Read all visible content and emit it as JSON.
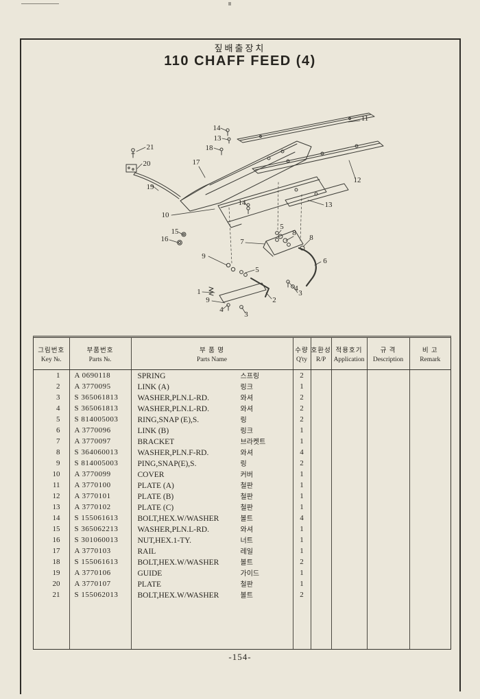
{
  "page": {
    "title_kr": "짚배출장치",
    "title_en": "110 CHAFF FEED (4)",
    "page_number": "-154-"
  },
  "diagram": {
    "callouts": [
      "14",
      "13",
      "18",
      "21",
      "20",
      "19",
      "17",
      "11",
      "12",
      "13",
      "14",
      "10",
      "15",
      "16",
      "9",
      "7",
      "5",
      "8",
      "8",
      "6",
      "5",
      "1",
      "9",
      "4",
      "3",
      "2",
      "4",
      "3"
    ]
  },
  "table": {
    "header": {
      "key_kr": "그림번호",
      "key_en": "Key №.",
      "partno_kr": "부품번호",
      "partno_en": "Parts №.",
      "name_kr": "부  품  명",
      "name_en": "Parts  Name",
      "qty_kr": "수량",
      "qty_en": "Q'ty",
      "rp_kr": "호환성",
      "rp_en": "R/P",
      "app_kr": "적용호기",
      "app_en": "Application",
      "desc_kr": "규 격",
      "desc_en": "Description",
      "remark_kr": "비  고",
      "remark_en": "Remark"
    },
    "rows": [
      {
        "key": "1",
        "pn": "A 0690118",
        "name": "SPRING",
        "kr": "스프링",
        "qty": "2"
      },
      {
        "key": "2",
        "pn": "A 3770095",
        "name": "LINK (A)",
        "kr": "링크",
        "qty": "1"
      },
      {
        "key": "3",
        "pn": "S 365061813",
        "name": "WASHER,PLN.L-RD.",
        "kr": "와셔",
        "qty": "2"
      },
      {
        "key": "4",
        "pn": "S 365061813",
        "name": "WASHER,PLN.L-RD.",
        "kr": "와셔",
        "qty": "2"
      },
      {
        "key": "5",
        "pn": "S 814005003",
        "name": "RING,SNAP (E),S.",
        "kr": "링",
        "qty": "2"
      },
      {
        "key": "6",
        "pn": "A 3770096",
        "name": "LINK (B)",
        "kr": "링크",
        "qty": "1"
      },
      {
        "key": "7",
        "pn": "A 3770097",
        "name": "BRACKET",
        "kr": "브라켓트",
        "qty": "1"
      },
      {
        "key": "8",
        "pn": "S 364060013",
        "name": "WASHER,PLN.F-RD.",
        "kr": "와셔",
        "qty": "4"
      },
      {
        "key": "9",
        "pn": "S 814005003",
        "name": "PING,SNAP(E),S.",
        "kr": "링",
        "qty": "2"
      },
      {
        "key": "10",
        "pn": "A 3770099",
        "name": "COVER",
        "kr": "커버",
        "qty": "1"
      },
      {
        "key": "11",
        "pn": "A 3770100",
        "name": "PLATE (A)",
        "kr": "철판",
        "qty": "1"
      },
      {
        "key": "12",
        "pn": "A 3770101",
        "name": "PLATE (B)",
        "kr": "철판",
        "qty": "1"
      },
      {
        "key": "13",
        "pn": "A 3770102",
        "name": "PLATE (C)",
        "kr": "철판",
        "qty": "1"
      },
      {
        "key": "14",
        "pn": "S 155061613",
        "name": "BOLT,HEX.W/WASHER",
        "kr": "볼트",
        "qty": "4"
      },
      {
        "key": "15",
        "pn": "S 365062213",
        "name": "WASHER,PLN.L-RD.",
        "kr": "와셔",
        "qty": "1"
      },
      {
        "key": "16",
        "pn": "S 301060013",
        "name": "NUT,HEX.1-TY.",
        "kr": "너트",
        "qty": "1"
      },
      {
        "key": "17",
        "pn": "A 3770103",
        "name": "RAIL",
        "kr": "레일",
        "qty": "1"
      },
      {
        "key": "18",
        "pn": "S 155061613",
        "name": "BOLT,HEX.W/WASHER",
        "kr": "볼트",
        "qty": "2"
      },
      {
        "key": "19",
        "pn": "A 3770106",
        "name": "GUIDE",
        "kr": "가이드",
        "qty": "1"
      },
      {
        "key": "20",
        "pn": "A 3770107",
        "name": "PLATE",
        "kr": "철판",
        "qty": "1"
      },
      {
        "key": "21",
        "pn": "S 155062013",
        "name": "BOLT,HEX.W/WASHER",
        "kr": "볼트",
        "qty": "2"
      }
    ]
  }
}
